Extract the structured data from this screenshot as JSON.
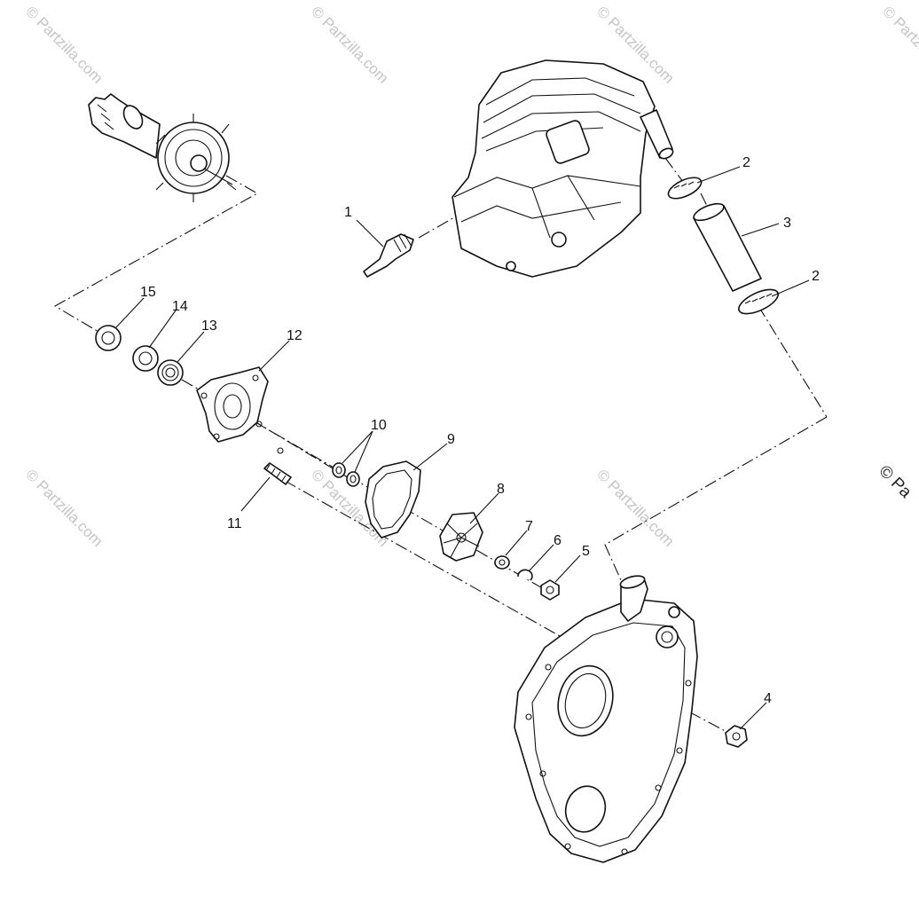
{
  "watermark": {
    "text": "© Partzilla.com",
    "partial_text": "© Pa",
    "color": "#c4c4c4"
  },
  "callouts": [
    "1",
    "2",
    "3",
    "2",
    "4",
    "5",
    "6",
    "7",
    "8",
    "9",
    "10",
    "11",
    "12",
    "13",
    "14",
    "15"
  ],
  "colors": {
    "ink": "#111111",
    "background": "#ffffff"
  }
}
